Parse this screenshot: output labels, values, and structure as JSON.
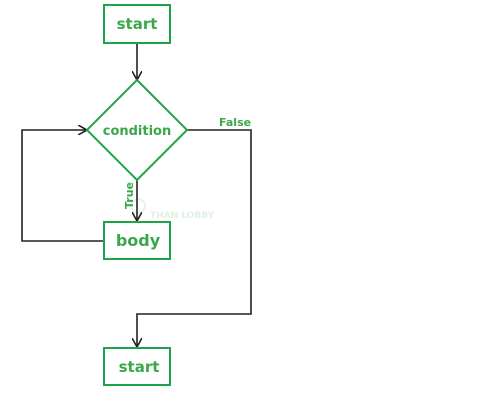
{
  "colors": {
    "node_stroke": "#1fa34a",
    "node_text": "#3aa84a",
    "edge": "#222222",
    "label": "#3aa84a",
    "background": "#ffffff"
  },
  "nodes": {
    "start_top": {
      "label": "start",
      "shape": "rectangle"
    },
    "condition": {
      "label": "condition",
      "shape": "diamond"
    },
    "body": {
      "label": "body",
      "shape": "rectangle"
    },
    "start_bottom": {
      "label": "start",
      "shape": "rectangle"
    }
  },
  "edges": {
    "true_label": "True",
    "false_label": "False"
  },
  "watermark": {
    "text": "THAN LOBBY"
  }
}
